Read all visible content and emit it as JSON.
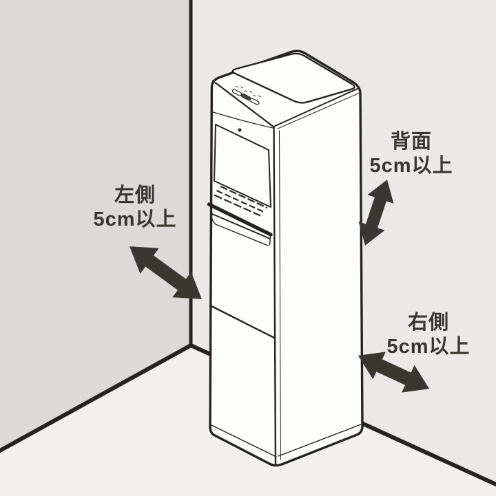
{
  "diagram": {
    "type": "installation-clearance-diagram",
    "clearances": {
      "left": {
        "label": "左側",
        "value": "5cm以上"
      },
      "back": {
        "label": "背面",
        "value": "5cm以上"
      },
      "right": {
        "label": "右側",
        "value": "5cm以上"
      }
    },
    "appliance": {
      "kind": "floor-standing-water-dispenser",
      "control_panel_buttons": 3
    },
    "icons": [
      "left-clearance-double-arrow-icon",
      "back-clearance-double-arrow-icon",
      "right-clearance-double-arrow-icon"
    ],
    "colors": {
      "left_wall": "#dbdad8",
      "right_wall": "#eae9e7",
      "floor": "#f1f0ee",
      "outline": "#262220",
      "machine_fill": "#fdfdfc",
      "arrow": "#3a3733",
      "text": "#383430"
    }
  }
}
